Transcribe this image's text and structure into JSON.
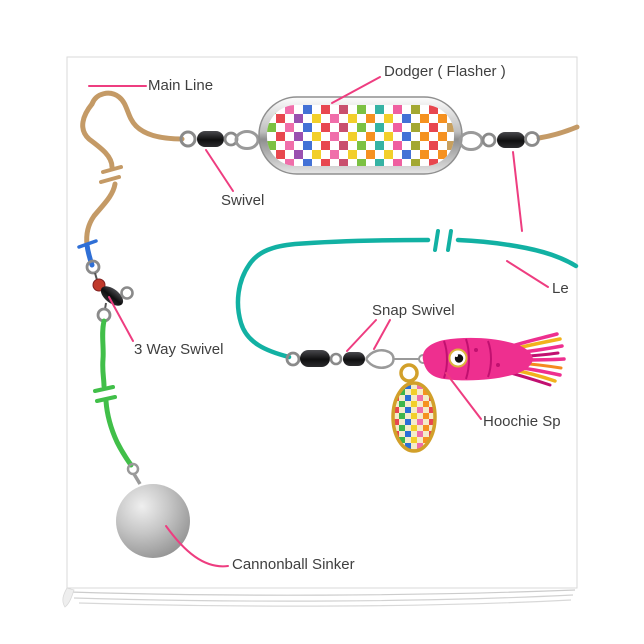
{
  "labels": {
    "main_line": "Main Line",
    "dodger_flasher": "Dodger ( Flasher )",
    "swivel": "Swivel",
    "three_way_swivel": "3 Way Swivel",
    "snap_swivel": "Snap Swivel",
    "leader_partial": "Le",
    "hoochie_partial": "Hoochie Sp",
    "cannonball_sinker": "Cannonball Sinker"
  },
  "colors": {
    "label_text": "#3f3f3f",
    "pointer_pink": "#ee3d80",
    "main_line_tan": "#c49a66",
    "leader_teal": "#12b1a3",
    "sinker_line_green": "#41bf49",
    "blue_segment": "#2f6fd6",
    "swivel_black": "#1d1d1f",
    "ring_gray": "#8a8a8a",
    "spinner_gold": "#d2a02a",
    "spinner_base": "#f4ecca",
    "hoochie_pink": "#ee2f8f",
    "hoochie_stripe": "#c11070",
    "hoochie_yellow": "#f2b21c",
    "hoochie_orange": "#f58a1f",
    "eye_ring_gold": "#ddb23c",
    "bead_red": "#c0392b",
    "page_edge": "#d6d6d6"
  },
  "checker_palettes": {
    "dodger": [
      "#7cc142",
      "#e8474f",
      "#f06eaa",
      "#9a50b0",
      "#4371d6",
      "#f2cf2a",
      "#e8474f",
      "#f06eaa",
      "#c9506e",
      "#f2cf2a",
      "#7cc142",
      "#f59120",
      "#35b3a4",
      "#f2cf2a",
      "#ef5fa0",
      "#4371d6",
      "#a3a832",
      "#f59120",
      "#e8474f",
      "#f59120",
      "#c8a05e"
    ],
    "spinner": [
      "#e8474f",
      "#3bb54a",
      "#2a6fd6",
      "#f2cf2a",
      "#f06eaa",
      "#f59120"
    ]
  }
}
